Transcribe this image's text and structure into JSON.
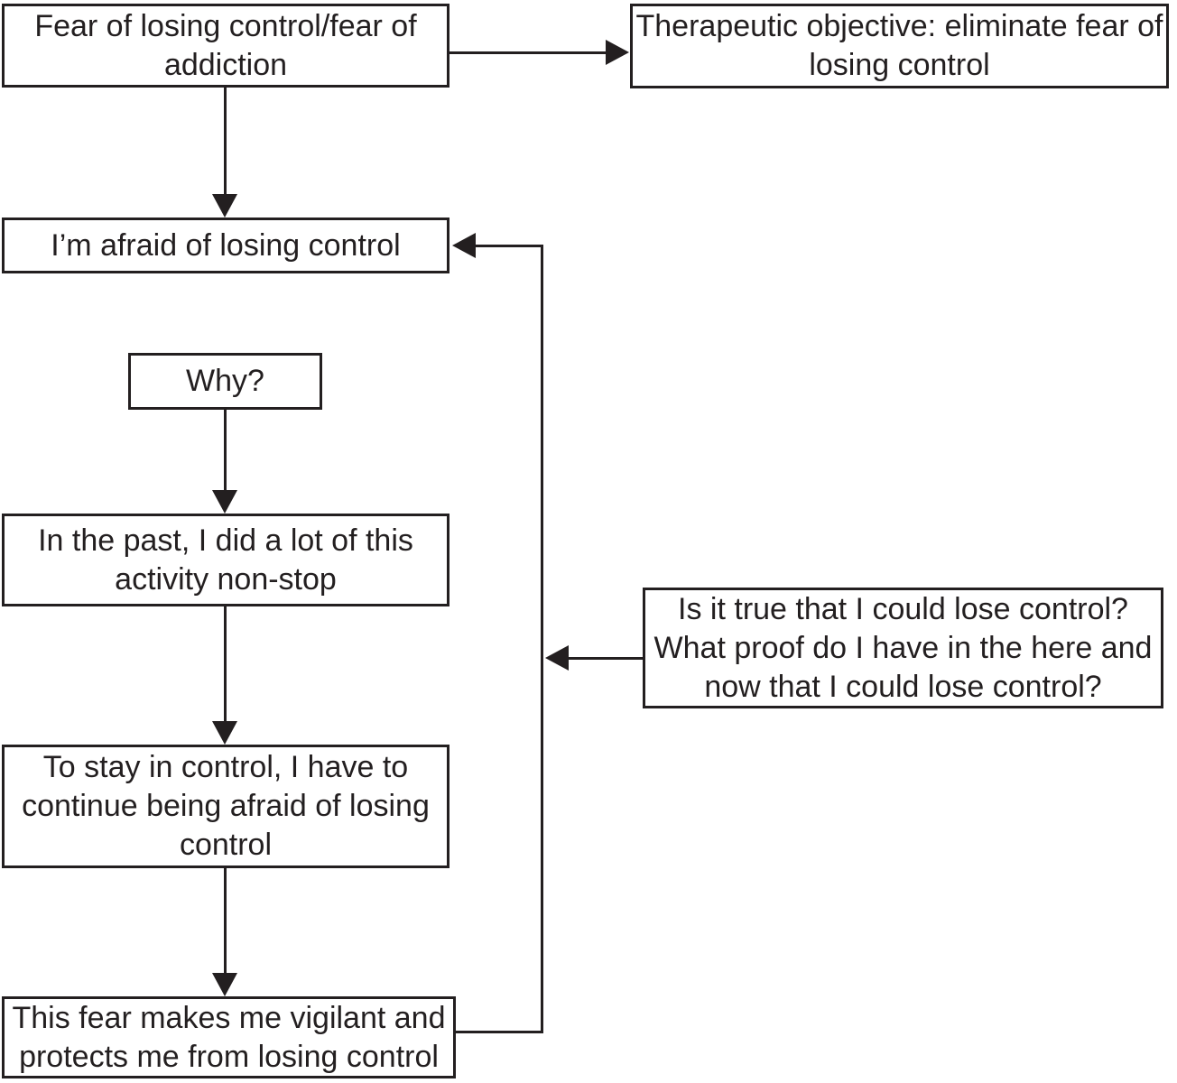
{
  "figure": {
    "type": "flowchart",
    "title": "Fear of losing control therapy flow diagram",
    "nodes": {
      "fear_addiction": {
        "text": "Fear of losing control/fear of addiction"
      },
      "therapeutic_objective": {
        "text": "Therapeutic objective: eliminate fear of losing control"
      },
      "afraid": {
        "text": "I’m afraid of losing control"
      },
      "why": {
        "text": "Why?"
      },
      "past_activity": {
        "text": "In the past, I did a lot of this activity non-stop"
      },
      "challenge_question": {
        "text": "Is it true that I could lose control? What proof do I have in the here and now that I could lose control?"
      },
      "stay_in_control": {
        "text": "To stay in control, I have to continue being afraid of losing control"
      },
      "vigilant": {
        "text": "This fear makes me vigilant and protects me from losing control"
      }
    },
    "edges": [
      "fear_addiction -> therapeutic_objective",
      "fear_addiction -> afraid",
      "why -> past_activity",
      "past_activity -> stay_in_control",
      "stay_in_control -> vigilant",
      "vigilant -> afraid (feedback loop)",
      "challenge_question -> feedback loop line"
    ]
  },
  "palette": {
    "stroke": "#231f20",
    "background": "#ffffff",
    "text": "#231f20"
  }
}
